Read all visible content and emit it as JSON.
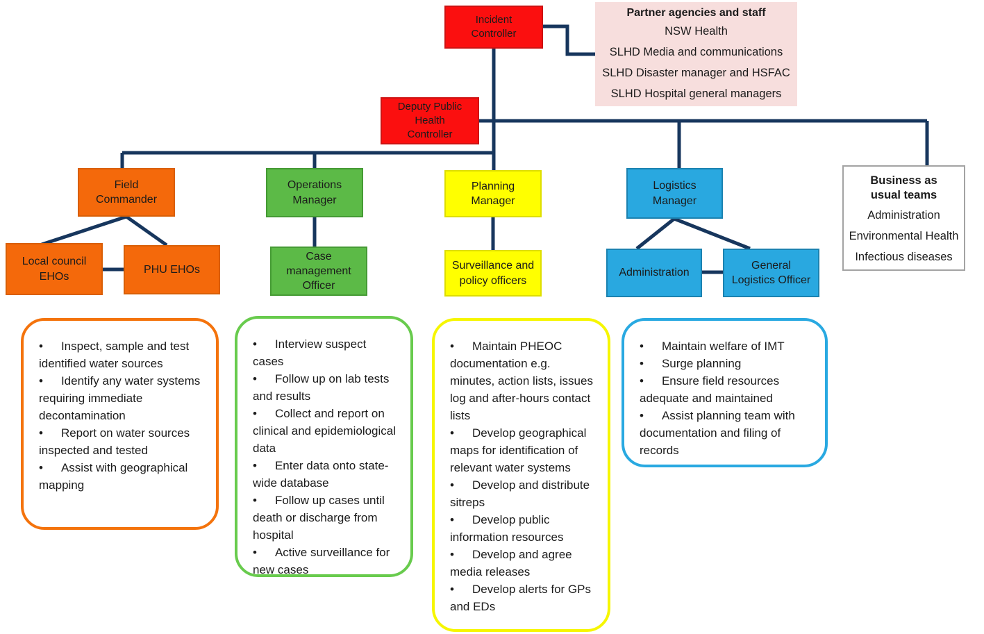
{
  "palette": {
    "node_red": "#FB0F0F",
    "node_orange": "#F4690B",
    "node_green": "#5CBA47",
    "node_yellow": "#FFFF00",
    "node_blue": "#29A8E0",
    "panel_pink": "#F7DEDD",
    "connector_navy": "#17365D",
    "business_border_gray": "#A3A3A3",
    "text": "#1b1b1b"
  },
  "org": {
    "incident_controller": "Incident Controller",
    "deputy_public_health_controller": "Deputy Public Health Controller",
    "field_commander": "Field Commander",
    "operations_manager": "Operations Manager",
    "planning_manager": "Planning Manager",
    "logistics_manager": "Logistics Manager",
    "local_council_ehos": "Local council EHOs",
    "phu_ehos": "PHU EHOs",
    "case_management_officer": "Case management Officer",
    "surveillance_policy_officers": "Surveillance and policy officers",
    "administration": "Administration",
    "general_logistics_officer": "General Logistics Officer"
  },
  "partner_panel": {
    "title": "Partner agencies and staff",
    "items": [
      "NSW Health",
      "SLHD Media and communications",
      "SLHD Disaster manager and HSFAC",
      "SLHD Hospital general managers"
    ]
  },
  "business_panel": {
    "title": "Business as usual teams",
    "items": [
      "Administration",
      "Environmental Health",
      "Infectious diseases"
    ]
  },
  "tasks": {
    "field": {
      "items": [
        "Inspect, sample and test identified water sources",
        "Identify any water systems requiring immediate decontamination",
        "Report on water sources inspected and tested",
        "Assist with geographical mapping"
      ]
    },
    "operations": {
      "items": [
        "Interview suspect cases",
        "Follow up on lab tests and results",
        "Collect and report on clinical and epidemiological data",
        "Enter data onto state-wide database",
        "Follow up cases until death or discharge from hospital",
        "Active surveillance for new cases"
      ]
    },
    "planning": {
      "items": [
        "Maintain PHEOC documentation e.g. minutes, action lists, issues log and after-hours contact lists",
        "Develop geographical maps for identification of relevant water systems",
        "Develop and distribute sitreps",
        "Develop public information resources",
        "Develop and agree media releases",
        "Develop alerts for GPs and EDs"
      ]
    },
    "logistics": {
      "items": [
        "Maintain welfare of IMT",
        "Surge planning",
        "Ensure field resources adequate and maintained",
        "Assist planning team with documentation and filing of records"
      ]
    }
  }
}
